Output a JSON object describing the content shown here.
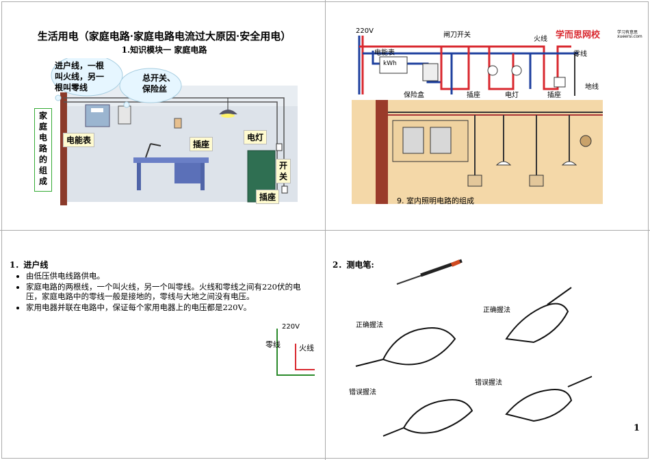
{
  "slide1": {
    "title": "生活用电（家庭电路·家庭电路电流过大原因·安全用电）",
    "subtitle": "1.知识模块一  家庭电路",
    "cloud1": [
      "进户线，一根",
      "叫火线，另一",
      "根叫零线"
    ],
    "cloud2": [
      "总开关、",
      "保险丝"
    ],
    "side_label": [
      "家",
      "庭",
      "电",
      "路",
      "的",
      "组",
      "成"
    ],
    "labels": {
      "meter": "电能表",
      "socket1": "插座",
      "lamp": "电灯",
      "switch": [
        "开",
        "关"
      ],
      "socket2": "插座"
    }
  },
  "slide2": {
    "voltage": "220V",
    "knife_switch": "闸刀开关",
    "live": "火线",
    "neutral": "零线",
    "meter": "电能表",
    "kwh": "kWh",
    "fuse_box": "保险盒",
    "socket": "插座",
    "lamp": "电灯",
    "socket2": "插座",
    "ground": "地线",
    "brand": "学而思网校",
    "brand_small": "学习有意思",
    "brand_url": "xueersi.com",
    "caption": "9. 室内照明电路的组成"
  },
  "slide3": {
    "heading": "1．进户线",
    "bullets": [
      "由低压供电线路供电。",
      "家庭电路的两根线，一个叫火线，另一个叫零线。火线和零线之间有220伏的电压，家庭电路中的零线一般是接地的，零线与大地之间没有电压。",
      "家用电器并联在电路中，保证每个家用电器上的电压都是220V。"
    ],
    "diagram": {
      "voltage": "220V",
      "neutral": "零线",
      "live": "火线"
    }
  },
  "slide4": {
    "heading": "2．测电笔:",
    "correct1": "正确握法",
    "correct2": "正确握法",
    "wrong1": "错误握法",
    "wrong2": "错误握法"
  },
  "page_number": "1",
  "colors": {
    "wire_red": "#d9272e",
    "wire_blue": "#1d3f9e",
    "green": "#2a8a2a",
    "label_bg": "#fffbd0"
  }
}
